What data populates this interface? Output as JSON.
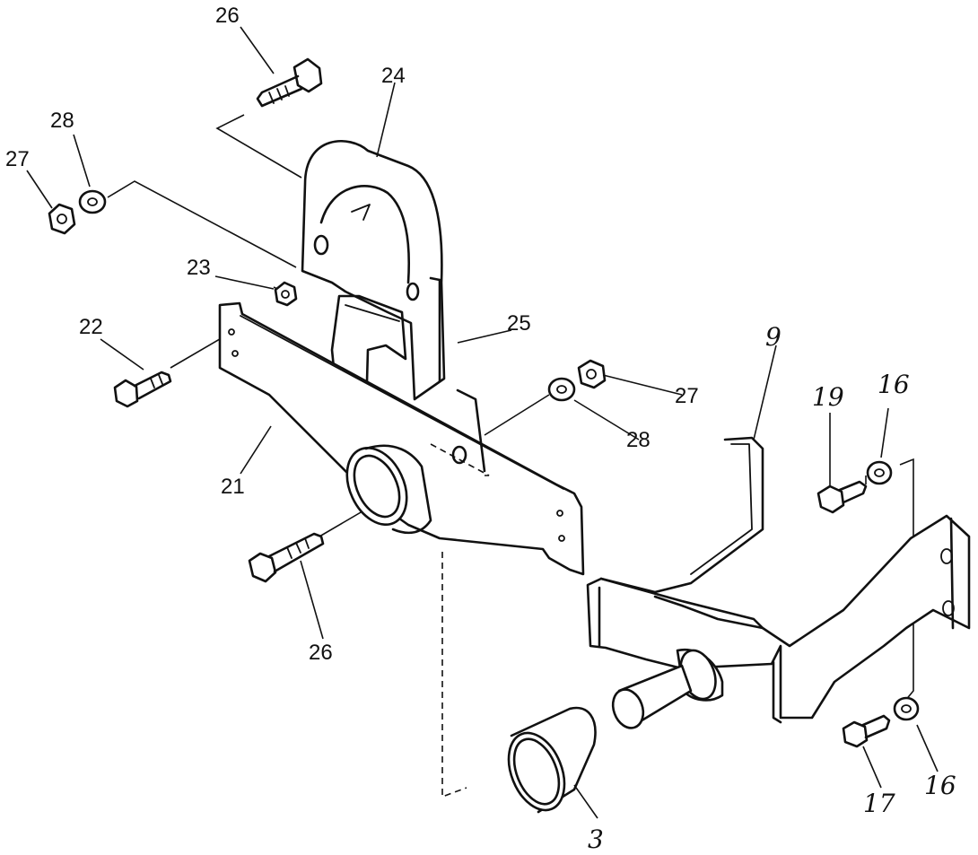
{
  "callouts": {
    "c26_top": "26",
    "c24": "24",
    "c28_left": "28",
    "c27_left": "27",
    "c23": "23",
    "c22": "22",
    "c25": "25",
    "c27_right": "27",
    "c28_right": "28",
    "c21": "21",
    "c26_bottom": "26",
    "c9": "9",
    "c19": "19",
    "c16_top": "16",
    "c16_bottom": "16",
    "c17": "17",
    "c3": "3"
  }
}
